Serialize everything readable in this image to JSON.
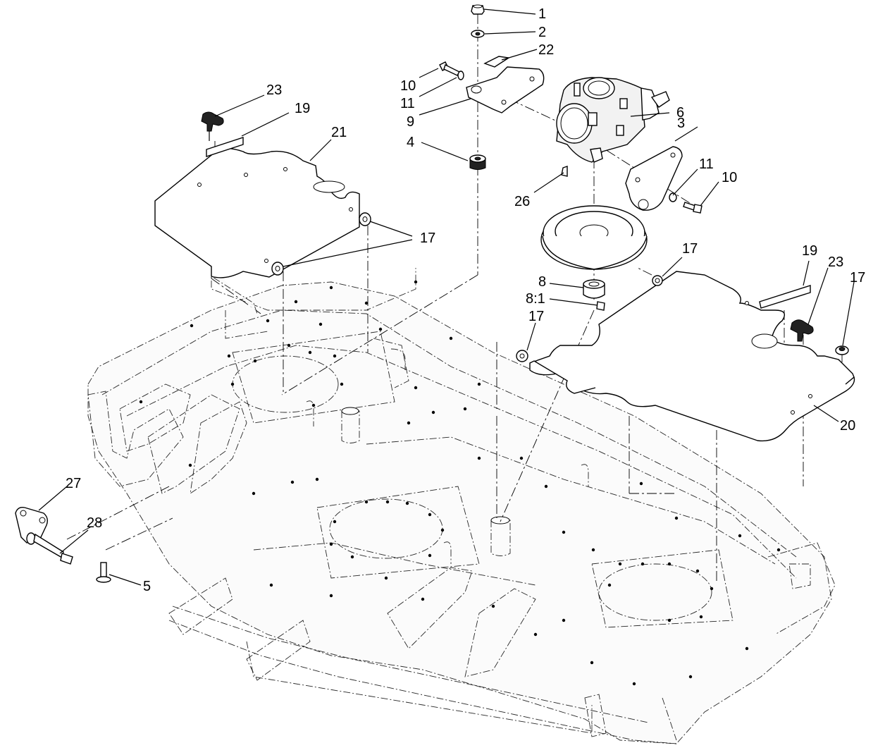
{
  "diagram": {
    "callouts": [
      {
        "id": "c1",
        "text": "1"
      },
      {
        "id": "c2",
        "text": "2"
      },
      {
        "id": "c22",
        "text": "22"
      },
      {
        "id": "c10a",
        "text": "10"
      },
      {
        "id": "c11a",
        "text": "11"
      },
      {
        "id": "c9",
        "text": "9"
      },
      {
        "id": "c4",
        "text": "4"
      },
      {
        "id": "c6",
        "text": "6"
      },
      {
        "id": "c3",
        "text": "3"
      },
      {
        "id": "c11b",
        "text": "11"
      },
      {
        "id": "c10b",
        "text": "10"
      },
      {
        "id": "c26",
        "text": "26"
      },
      {
        "id": "c23a",
        "text": "23"
      },
      {
        "id": "c19a",
        "text": "19"
      },
      {
        "id": "c21",
        "text": "21"
      },
      {
        "id": "c17a",
        "text": "17"
      },
      {
        "id": "c17b",
        "text": "17"
      },
      {
        "id": "c19b",
        "text": "19"
      },
      {
        "id": "c23b",
        "text": "23"
      },
      {
        "id": "c17c",
        "text": "17"
      },
      {
        "id": "c8",
        "text": "8"
      },
      {
        "id": "c81",
        "text": "8:1"
      },
      {
        "id": "c17d",
        "text": "17"
      },
      {
        "id": "c20",
        "text": "20"
      },
      {
        "id": "c27",
        "text": "27"
      },
      {
        "id": "c28",
        "text": "28"
      },
      {
        "id": "c5",
        "text": "5"
      }
    ]
  }
}
